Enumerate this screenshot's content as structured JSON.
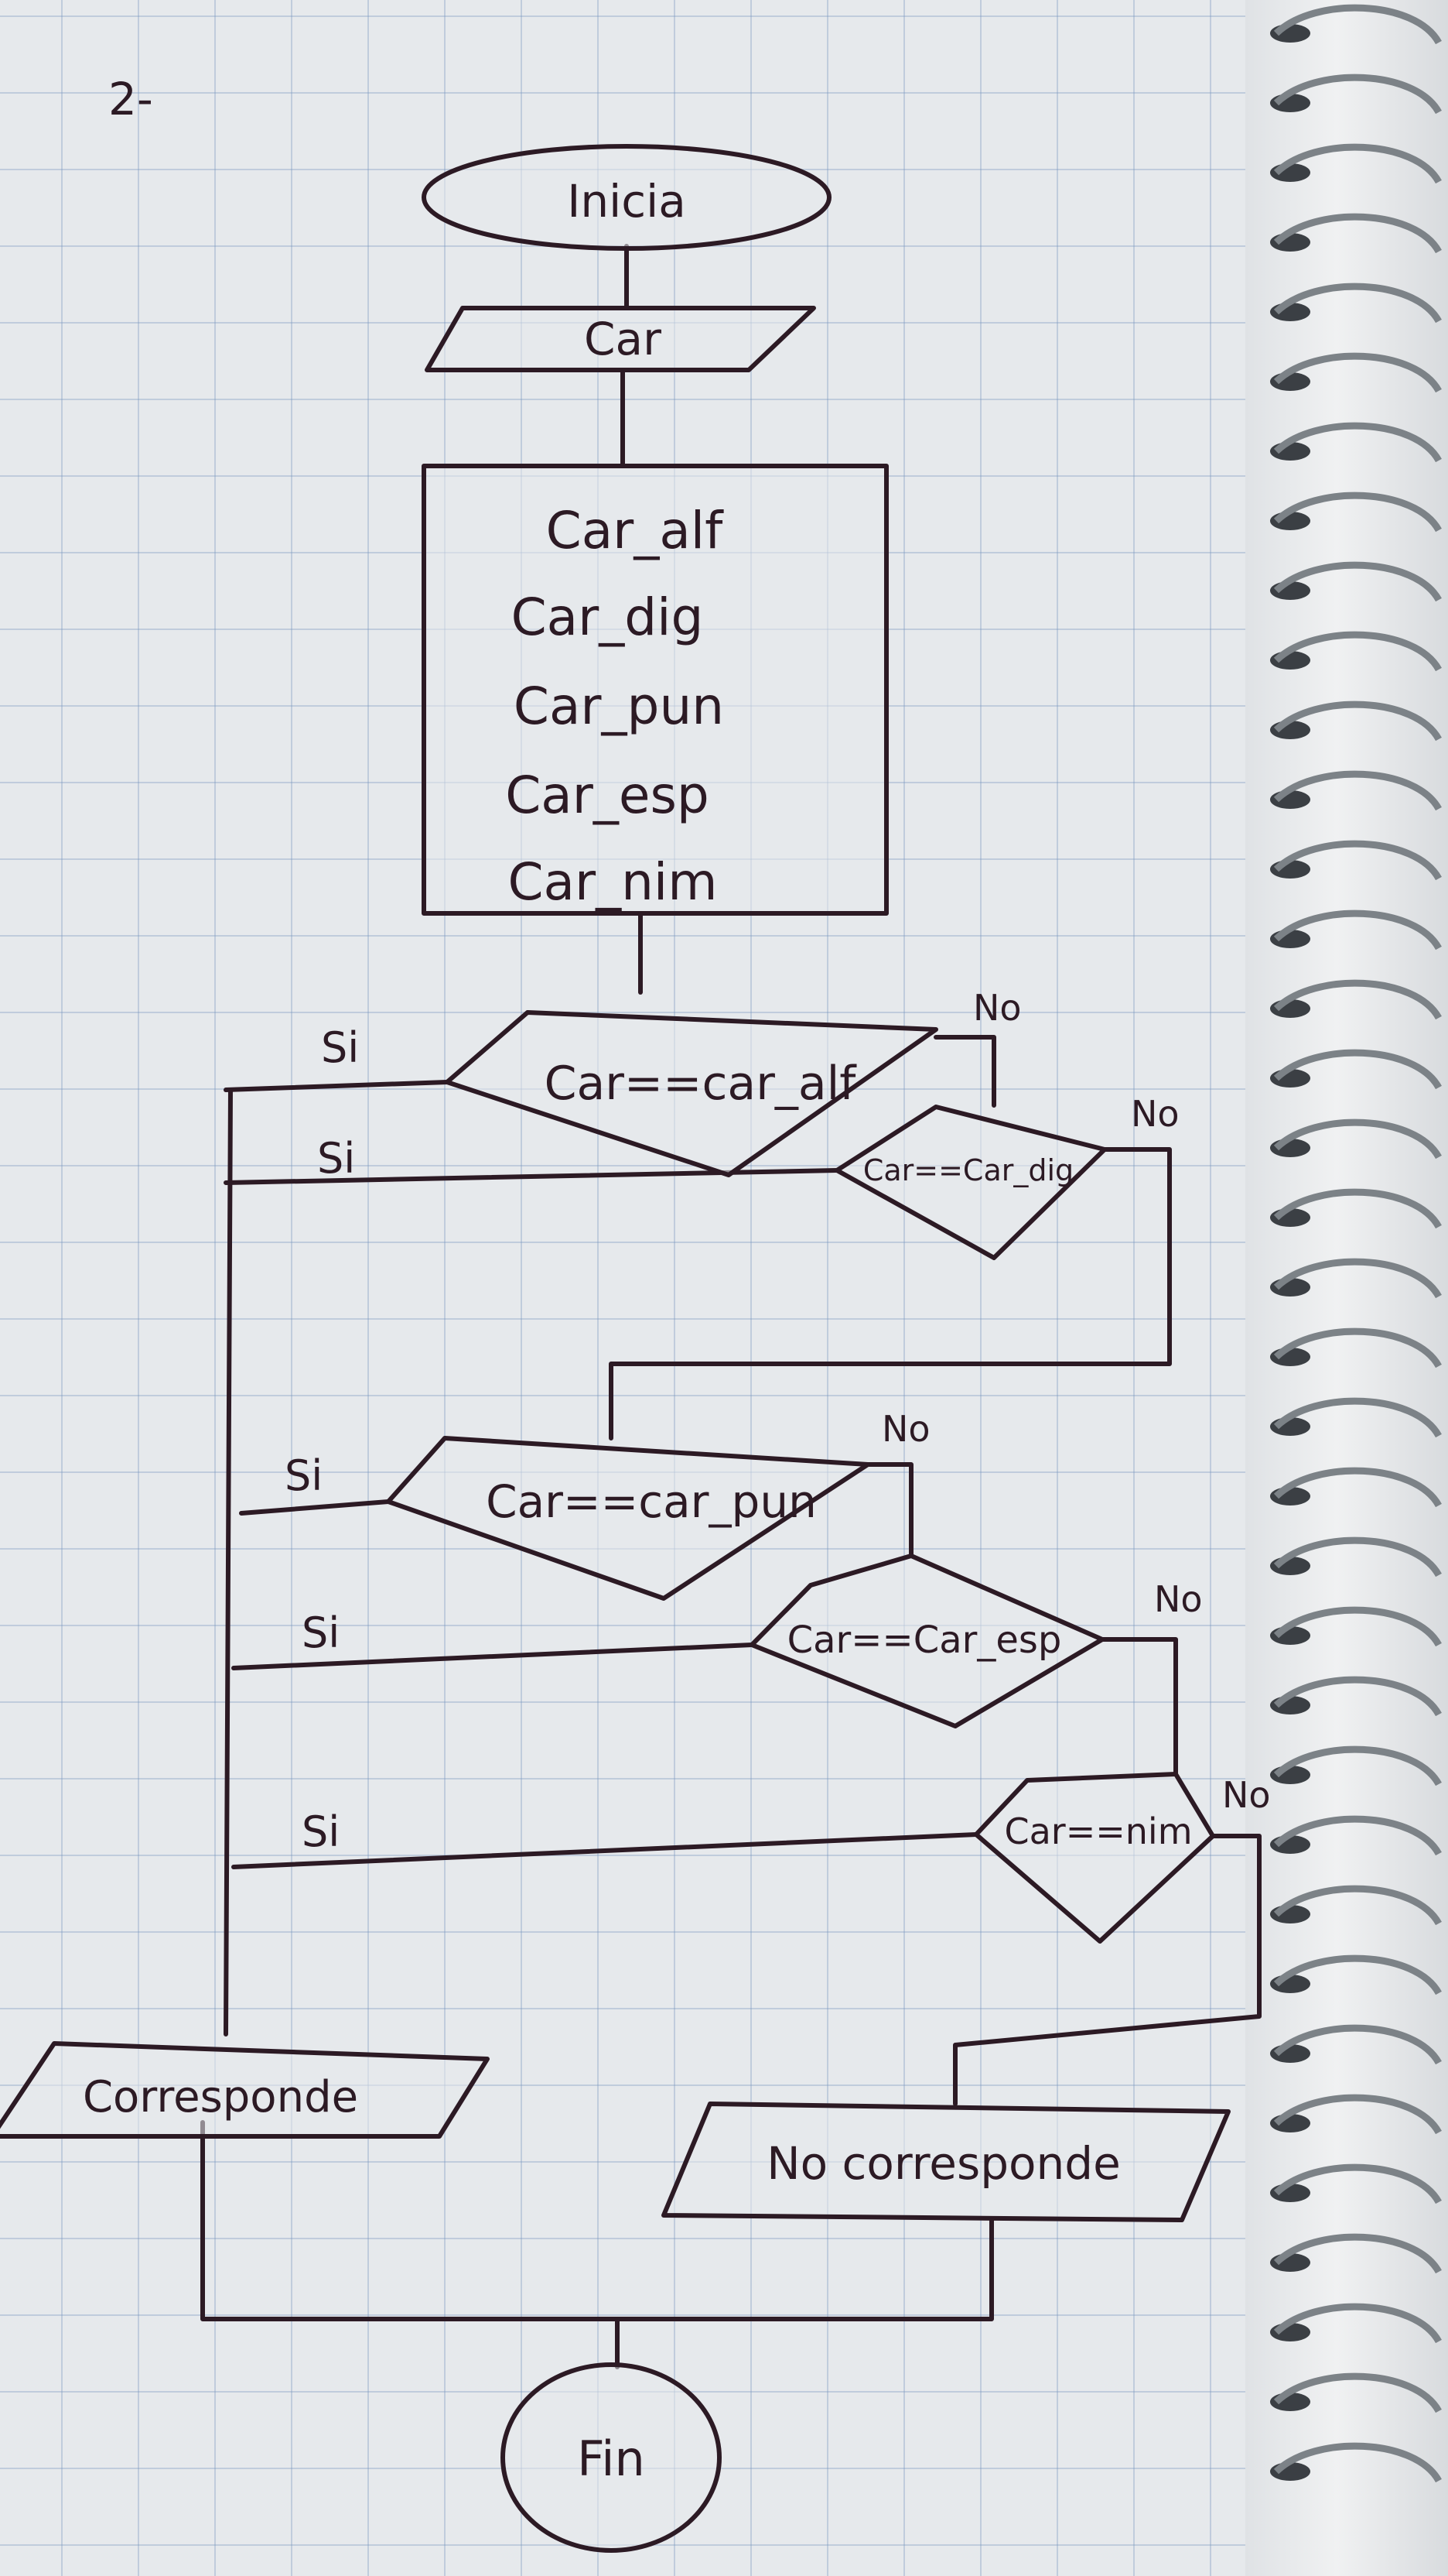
{
  "page": {
    "number_label": "2-"
  },
  "flowchart": {
    "start": {
      "label": "Inicia"
    },
    "input": {
      "label": "Car"
    },
    "declarations": [
      "Car_alf",
      "Car_dig",
      "Car_pun",
      "Car_esp",
      "Car_nim"
    ],
    "decisions": [
      {
        "label": "Car==car_alf",
        "yes_label": "Si",
        "no_label": "No"
      },
      {
        "label": "Car==Car_dig",
        "yes_label": "Si",
        "no_label": "No"
      },
      {
        "label": "Car==car_pun",
        "yes_label": "Si",
        "no_label": "No"
      },
      {
        "label": "Car==Car_esp",
        "yes_label": "Si",
        "no_label": "No"
      },
      {
        "label": "Car==nim",
        "yes_label": "Si",
        "no_label": "No"
      }
    ],
    "output_yes": {
      "label": "Corresponde"
    },
    "output_no": {
      "label": "No corresponde"
    },
    "end": {
      "label": "Fin"
    }
  }
}
